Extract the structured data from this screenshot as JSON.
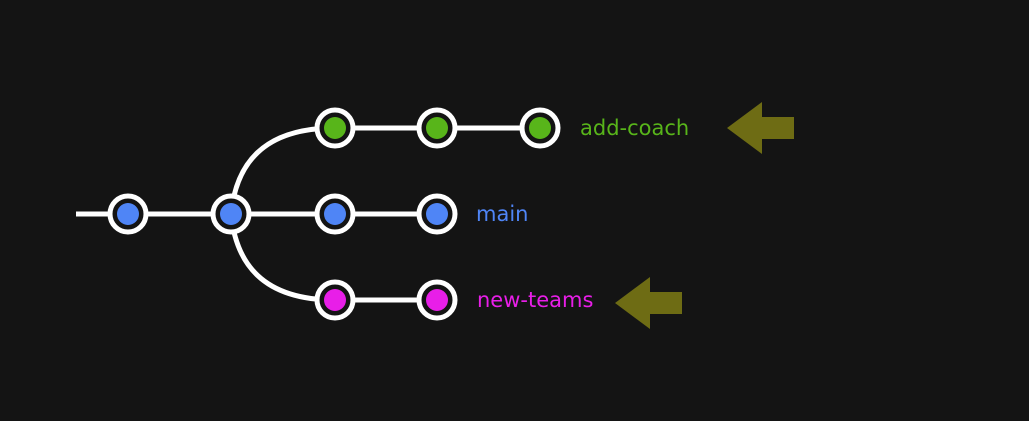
{
  "colors": {
    "background": "#141414",
    "line": "#ffffff",
    "node_ring": "#ffffff",
    "arrow": "#6e6c14"
  },
  "branches": [
    {
      "key": "main",
      "label": "main",
      "color": "#4f85f6",
      "commits": 4,
      "indicator_arrow": false
    },
    {
      "key": "add-coach",
      "label": "add-coach",
      "color": "#58b51a",
      "commits": 3,
      "forks_from_commit": 2,
      "indicator_arrow": true,
      "arrow_icon": "arrow-left-icon"
    },
    {
      "key": "new-teams",
      "label": "new-teams",
      "color": "#e81ee8",
      "commits": 2,
      "forks_from_commit": 2,
      "indicator_arrow": true,
      "arrow_icon": "arrow-left-icon"
    }
  ]
}
